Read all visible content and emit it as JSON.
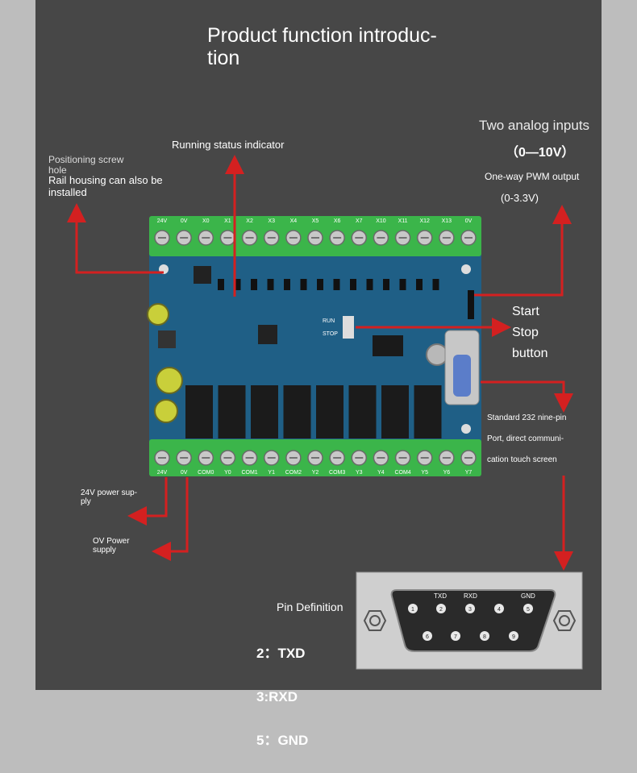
{
  "title": "Product function introduc-\ntion",
  "callouts": {
    "running_status": "Running status indicator",
    "screw_hole": "Positioning screw\nhole",
    "rail_housing": "Rail housing can also be\ninstalled",
    "analog_inputs": "Two analog inputs",
    "analog_range": "（0—10V）",
    "pwm_output": "One-way PWM output",
    "pwm_range": "(0-3.3V)",
    "start_stop": "Start\nStop\nbutton",
    "rs232": "Standard 232 nine-pin\nPort, direct communi-\ncation touch screen",
    "power_24v": "24V power sup-\nply",
    "power_0v": "OV Power\nsupply"
  },
  "board": {
    "top_terminals": [
      "24V",
      "0V",
      "X0",
      "X1",
      "X2",
      "X3",
      "X4",
      "X5",
      "X6",
      "X7",
      "X10",
      "X11",
      "X12",
      "X13",
      "0V"
    ],
    "bottom_terminals": [
      "24V",
      "0V",
      "COM0",
      "Y0",
      "COM1",
      "Y1",
      "COM2",
      "Y2",
      "COM3",
      "Y3",
      "Y4",
      "COM4",
      "Y5",
      "Y6",
      "Y7"
    ],
    "switch_labels": [
      "RUN",
      "STOP"
    ]
  },
  "connector": {
    "top_pins": [
      "1",
      "2",
      "3",
      "4",
      "5"
    ],
    "bottom_pins": [
      "6",
      "7",
      "8",
      "9"
    ],
    "pin_labels": [
      "TXD",
      "RXD",
      "GND"
    ]
  },
  "pin_definition": {
    "title": "Pin Definition",
    "lines": [
      "2：TXD",
      "3:RXD",
      "5：GND"
    ]
  },
  "colors": {
    "panel": "#474747",
    "pcb": "#1f5f86",
    "terminal": "#3bb54a",
    "arrow": "#d42020"
  }
}
